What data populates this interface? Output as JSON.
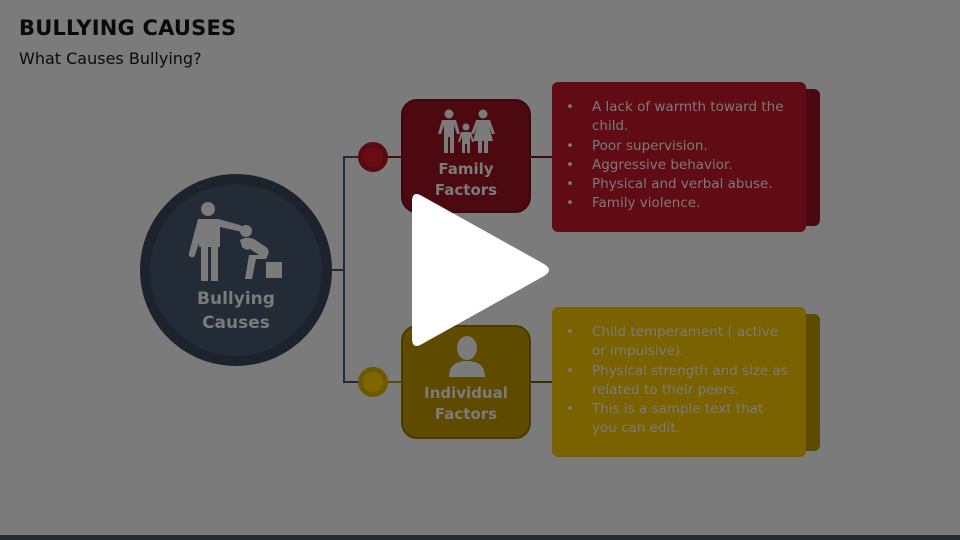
{
  "slide": {
    "title": "BULLYING CAUSES",
    "subtitle": "What Causes Bullying?"
  },
  "center": {
    "label_line1": "Bullying",
    "label_line2": "Causes",
    "icon": "bullying-people-icon",
    "color": "#232b36"
  },
  "factors": [
    {
      "label_line1": "Family",
      "label_line2": "Factors",
      "icon": "family-icon",
      "box_color": "#4c0a10",
      "card_color": "#610b14",
      "card_back_color": "#4a0910",
      "dot_color": "#5a0a12",
      "bullets": [
        "A lack of warmth toward the child.",
        "Poor supervision.",
        "Aggressive behavior.",
        "Physical and verbal abuse.",
        "Family violence."
      ]
    },
    {
      "label_line1": "Individual",
      "label_line2": "Factors",
      "icon": "person-icon",
      "box_color": "#5f4b00",
      "card_color": "#7a6200",
      "card_back_color": "#5c4a00",
      "dot_color": "#6e5800",
      "bullets": [
        "Child temperament ( active or impulsive).",
        "Physical strength and size as related to their peers.",
        "This is a sample text that you can edit."
      ]
    }
  ],
  "overlay": {
    "icon": "play-icon"
  }
}
